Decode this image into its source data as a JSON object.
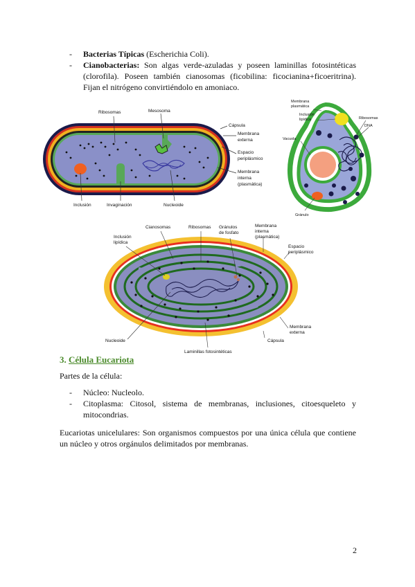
{
  "intro_list": [
    {
      "bold": "Bacterias Típicas",
      "rest": " (Escherichia Coli)."
    },
    {
      "bold": "Cianobacterias:",
      "rest": " Son algas verde-azuladas y poseen laminillas fotosintéticas (clorofila). Poseen también cianosomas (ficobilina: ficocianina+ficoeritrina). Fijan el nitrógeno convirtiéndolo en amoniaco."
    }
  ],
  "fig1": {
    "ribosomas": "Ribosomas",
    "mesosoma": "Mesosoma",
    "capsula": "Cápsula",
    "membrana_externa_1": "Membrana",
    "membrana_externa_2": "externa",
    "espacio_1": "Espacio",
    "espacio_2": "periplásmico",
    "membrana_int_1": "Membrana",
    "membrana_int_2": "interna",
    "membrana_int_3": "(plasmática)",
    "inclusion": "Inclusión",
    "invaginacion": "Invaginación",
    "nucleoide": "Nucleoide"
  },
  "fig2": {
    "membrana_1": "Membrana",
    "membrana_2": "plasmática",
    "inclusion_1": "Inclusión",
    "inclusion_2": "lipídica",
    "ribosomas": "Ribosomas",
    "dna": "DNA",
    "vacuola": "Vacuola",
    "granulo": "Gránulo"
  },
  "fig3": {
    "inclusion_1": "Inclusión",
    "inclusion_2": "lipídica",
    "cianosomas": "Cianosomas",
    "ribosomas": "Ribosomas",
    "granulos_1": "Gránulos",
    "granulos_2": "de fosfato",
    "membrana_1": "Membrana",
    "membrana_2": "interna",
    "membrana_3": "(plasmática)",
    "espacio_1": "Espacio",
    "espacio_2": "periplásmico",
    "membrana_ext_1": "Membrana",
    "membrana_ext_2": "externa",
    "capsula": "Cápsula",
    "nucleoide": "Nucleoide",
    "laminillas": "Laminillas fotosintéticas"
  },
  "section": {
    "number": "3.",
    "title": "Célula Eucariota"
  },
  "partes_intro": "Partes de la célula:",
  "partes_list": [
    "Núcleo: Nucleolo.",
    "Citoplasma: Citosol, sistema de membranas, inclusiones, citoesqueleto y mitocondrias."
  ],
  "eucariotas_text": "Eucariotas unicelulares: Son organismos compuestos por una única célula que contiene un núcleo y otros orgánulos delimitados por membranas.",
  "page_number": "2"
}
